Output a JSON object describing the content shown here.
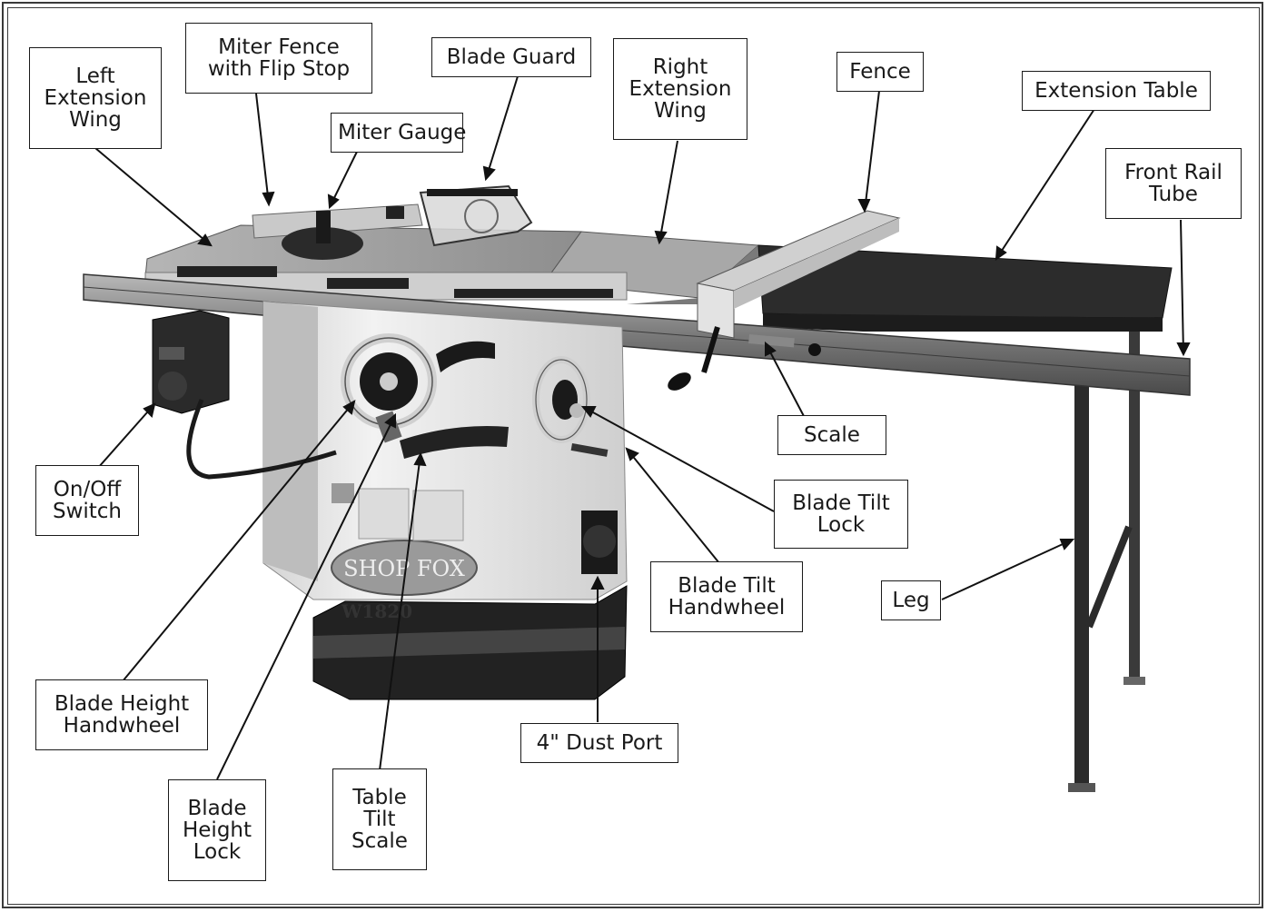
{
  "figure": {
    "subject": "table-saw",
    "product_badge": "SHOP FOX",
    "model_plate": "W1820",
    "colors": {
      "ink": "#1a1a1a",
      "steel": "#8a8a8a",
      "cabinet": "#ececec",
      "dark": "#2a2a2a",
      "table": "#9a9a9a"
    }
  },
  "labels": {
    "left_extension_wing": [
      "Left",
      "Extension",
      "Wing"
    ],
    "miter_fence_flip_stop": [
      "Miter Fence",
      "with Flip Stop"
    ],
    "blade_guard": [
      "Blade Guard"
    ],
    "right_extension_wing": [
      "Right",
      "Extension",
      "Wing"
    ],
    "fence": [
      "Fence"
    ],
    "extension_table": [
      "Extension Table"
    ],
    "front_rail_tube": [
      "Front Rail",
      "Tube"
    ],
    "miter_gauge": [
      "Miter Gauge"
    ],
    "on_off_switch": [
      "On/Off",
      "Switch"
    ],
    "scale": [
      "Scale"
    ],
    "blade_tilt_lock": [
      "Blade Tilt",
      "Lock"
    ],
    "blade_tilt_handwheel": [
      "Blade Tilt",
      "Handwheel"
    ],
    "leg": [
      "Leg"
    ],
    "blade_height_handwheel": [
      "Blade Height",
      "Handwheel"
    ],
    "dust_port": [
      "4\" Dust Port"
    ],
    "blade_height_lock": [
      "Blade",
      "Height",
      "Lock"
    ],
    "table_tilt_scale": [
      "Table",
      "Tilt",
      "Scale"
    ]
  }
}
